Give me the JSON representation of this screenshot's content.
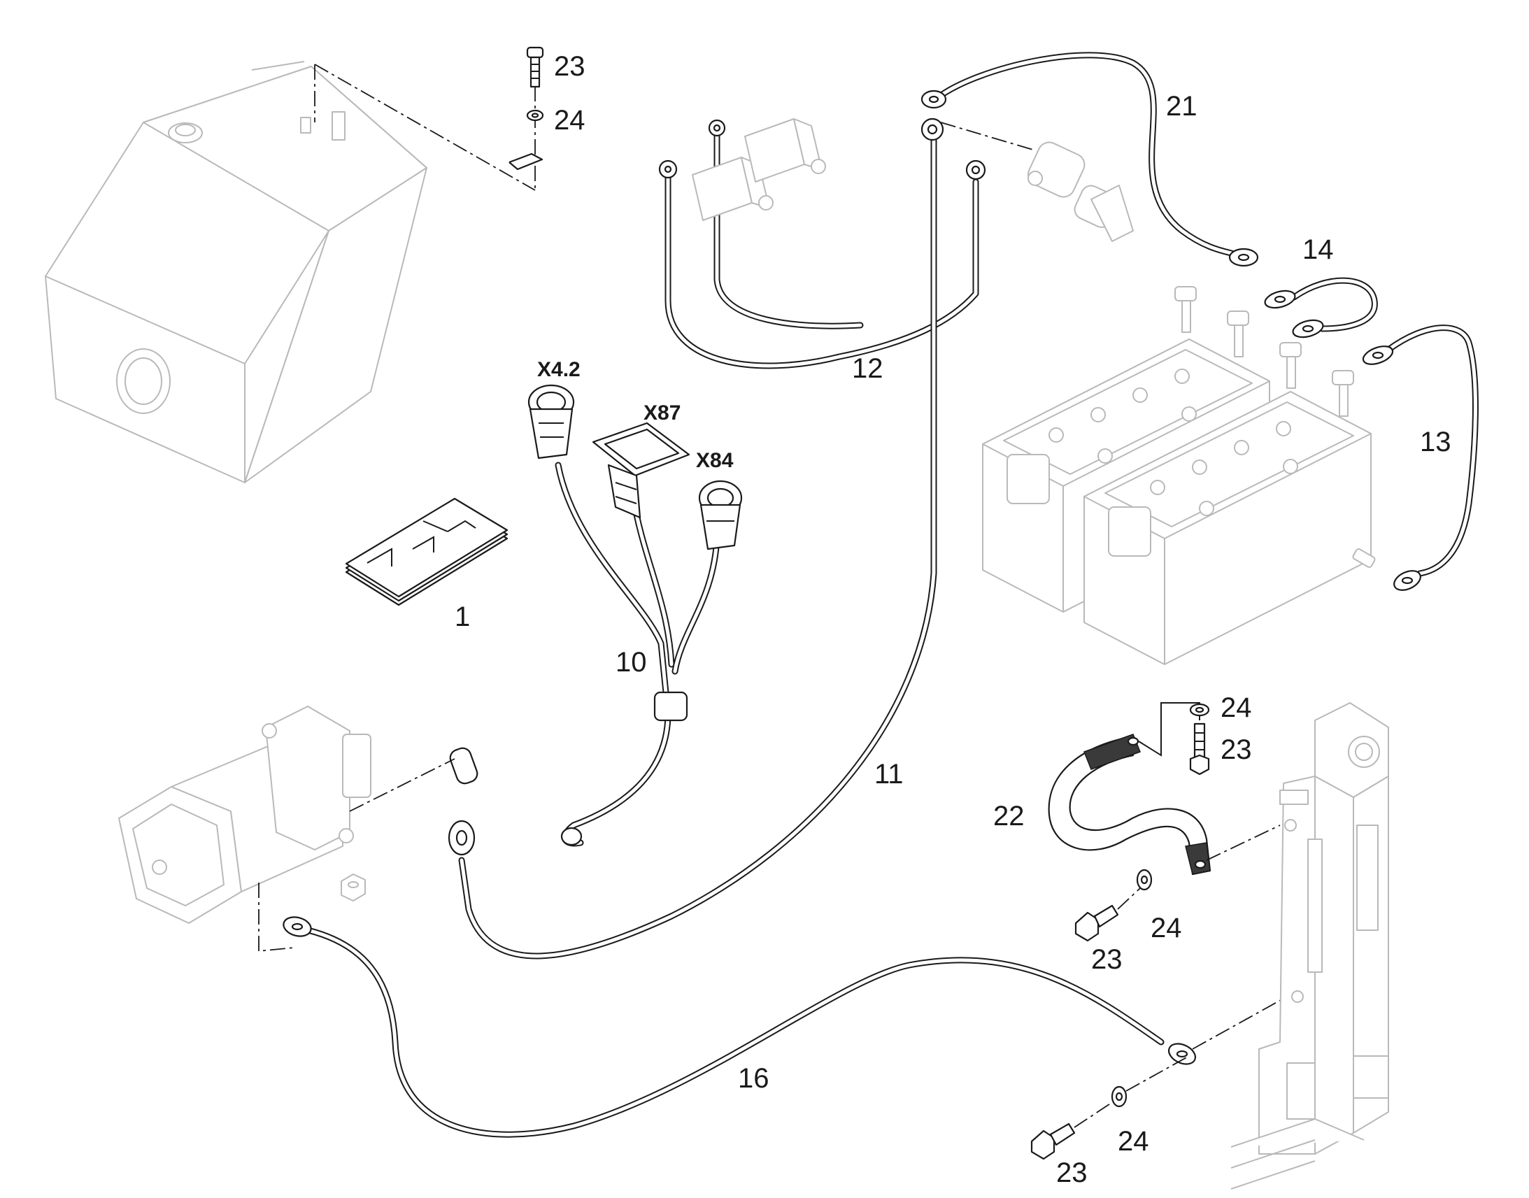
{
  "part_labels": {
    "p1": "1",
    "p10": "10",
    "p11": "11",
    "p12": "12",
    "p13": "13",
    "p14": "14",
    "p16": "16",
    "p21": "21",
    "p22": "22",
    "p23a": "23",
    "p24a": "24",
    "p24b": "24",
    "p23b": "23",
    "p24c": "24",
    "p23c": "23",
    "p24d": "24",
    "p23d": "23"
  },
  "connector_labels": {
    "x42": "X4.2",
    "x87": "X87",
    "x84": "X84"
  }
}
